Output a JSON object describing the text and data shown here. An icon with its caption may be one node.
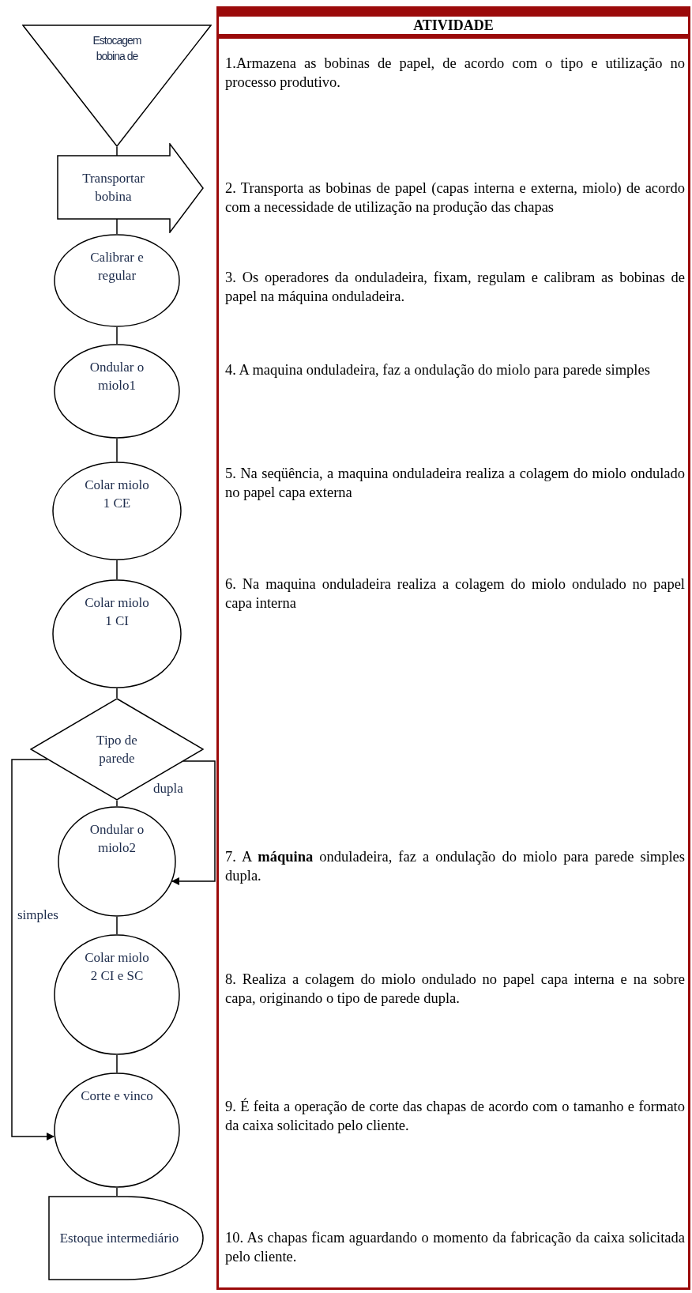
{
  "diagram": {
    "nodes": [
      {
        "text": [
          "Estocagem bobina de"
        ]
      },
      {
        "text": [
          "Transportar bobina"
        ]
      },
      {
        "text": [
          "Calibrar e regular"
        ]
      },
      {
        "text": [
          "Ondular o miolo1"
        ]
      },
      {
        "text": [
          "Colar miolo 1 CE"
        ]
      },
      {
        "text": [
          "Colar miolo 1 CI"
        ]
      },
      {
        "text": [
          "Tipo de parede"
        ]
      },
      {
        "text": [
          "Ondular o miolo2"
        ]
      },
      {
        "text": [
          "Colar miolo 2 CI e SC"
        ]
      },
      {
        "text": [
          "Corte e vinco"
        ]
      },
      {
        "text": [
          "Estoque intermediário"
        ]
      },
      {
        "text": [
          "ATIVIDADE"
        ]
      }
    ],
    "edges": [
      {
        "from": 0,
        "to": 1,
        "arrow": "none"
      },
      {
        "from": 1,
        "to": 2,
        "arrow": "none"
      },
      {
        "from": 2,
        "to": 3,
        "arrow": "none"
      },
      {
        "from": 3,
        "to": 4,
        "arrow": "none"
      },
      {
        "from": 4,
        "to": 5,
        "arrow": "none"
      },
      {
        "from": 5,
        "to": 6,
        "arrow": "none"
      },
      {
        "from": 6,
        "to": 7,
        "arrow": "none"
      },
      {
        "from": 6,
        "to": 7,
        "arrow": "to",
        "label": "dupla"
      },
      {
        "from": 6,
        "to": 9,
        "arrow": "to",
        "label": "simples"
      },
      {
        "from": 7,
        "to": 8,
        "arrow": "none"
      },
      {
        "from": 8,
        "to": 9,
        "arrow": "none"
      },
      {
        "from": 9,
        "to": 10,
        "arrow": "none"
      }
    ],
    "labels": [
      "1.Armazena as bobinas de papel, de acordo com o tipo e utilização no processo produtivo.",
      "2. Transporta as bobinas de papel (capas interna e externa, miolo) de acordo com a necessidade de utilização na produção das chapas",
      "3. Os operadores da onduladeira, fixam, regulam e calibram as bobinas de papel na máquina onduladeira.",
      "4. A maquina onduladeira, faz a ondulação do miolo para parede simples",
      "5. Na seqüência, a maquina onduladeira realiza a colagem do miolo ondulado no papel capa externa",
      "6. Na maquina onduladeira realiza a colagem do miolo ondulado no papel capa interna",
      "7. A **máquina** onduladeira, faz a ondulação do miolo para parede simples dupla.",
      "8. Realiza a colagem do miolo ondulado no papel capa interna e na sobre capa, originando o tipo de parede dupla.",
      "9. É feita a operação de corte das chapas de acordo com o tamanho e formato da caixa solicitado pelo cliente.",
      "10. As chapas ficam aguardando o momento da fabricação da caixa solicitada pelo cliente."
    ]
  }
}
